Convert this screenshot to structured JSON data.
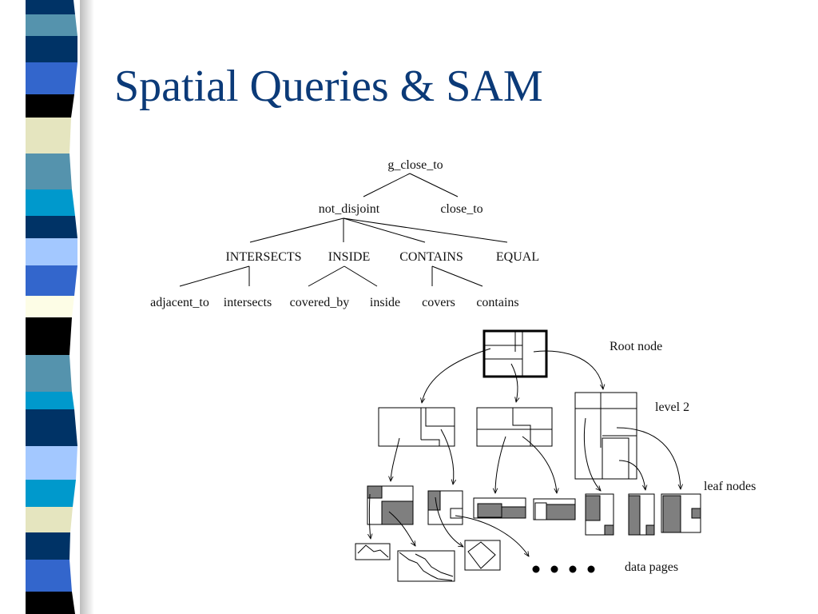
{
  "slide": {
    "title": "Spatial Queries & SAM"
  },
  "decoration": {
    "strip_colors": [
      "#003366",
      "#5593ad",
      "#3366cc",
      "#000000",
      "#e5e5bf",
      "#0099cc",
      "#a3c8ff",
      "#fdfde6",
      "#ffffff"
    ]
  },
  "topology_tree": {
    "root": "g_close_to",
    "level1": [
      "not_disjoint",
      "close_to"
    ],
    "level2": [
      "INTERSECTS",
      "INSIDE",
      "CONTAINS",
      "EQUAL"
    ],
    "level3": [
      "adjacent_to",
      "intersects",
      "covered_by",
      "inside",
      "covers",
      "contains"
    ]
  },
  "rtree": {
    "labels": {
      "root": "Root node",
      "level2": "level 2",
      "leaf": "leaf nodes",
      "data": "data pages"
    },
    "ellipsis_dots": 4,
    "fill_color": "#7f7f7f"
  }
}
